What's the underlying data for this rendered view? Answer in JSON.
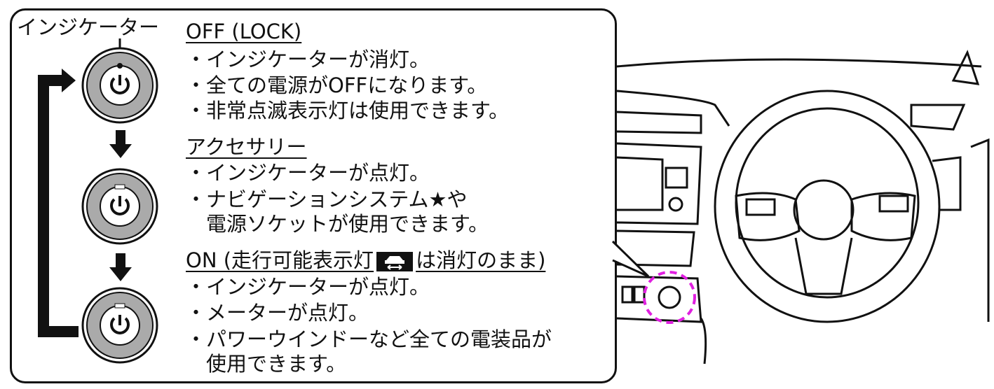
{
  "indicator_label": "インジケーター",
  "states": [
    {
      "heading": "OFF (LOCK)",
      "bullets": [
        "・インジケーターが消灯。",
        "・全ての電源がOFFになります。",
        "・非常点滅表示灯は使用できます。"
      ]
    },
    {
      "heading": "アクセサリー",
      "bullets": [
        "・インジケーターが点灯。",
        "・ナビゲーションシステム★や",
        "　電源ソケットが使用できます。"
      ]
    },
    {
      "heading_pre": "ON (走行可能表示灯",
      "heading_post": "は消灯のまま)",
      "bullets": [
        "・インジケーターが点灯。",
        "・メーターが点灯。",
        "・パワーウインドーなど全ての電装品が",
        "　使用できます。"
      ]
    }
  ],
  "colors": {
    "ring": "#aaaaaa",
    "highlight": "#e020e0"
  }
}
